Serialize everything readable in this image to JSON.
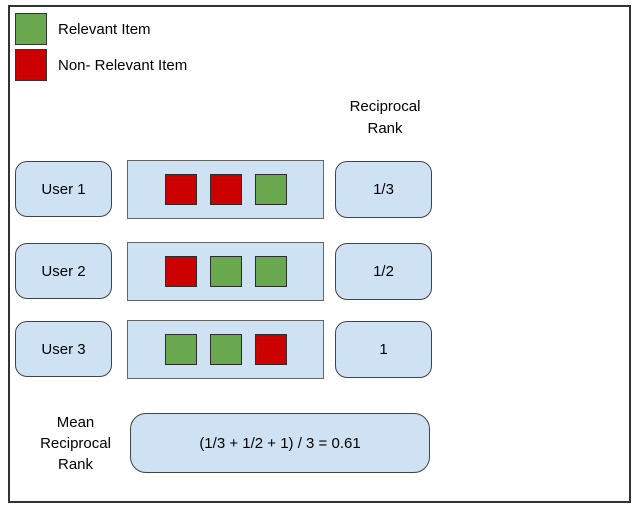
{
  "legend": {
    "items": [
      {
        "label": "Relevant Item",
        "kind": "relevant",
        "color": "#6aa84f"
      },
      {
        "label": "Non- Relevant Item",
        "kind": "non_relevant",
        "color": "#cc0000"
      }
    ]
  },
  "column_header": {
    "label": "Reciprocal Rank"
  },
  "rows": [
    {
      "user": "User 1",
      "items": [
        "non_relevant",
        "non_relevant",
        "relevant"
      ],
      "rank": "1/3"
    },
    {
      "user": "User 2",
      "items": [
        "non_relevant",
        "relevant",
        "relevant"
      ],
      "rank": "1/2"
    },
    {
      "user": "User 3",
      "items": [
        "relevant",
        "relevant",
        "non_relevant"
      ],
      "rank": "1"
    }
  ],
  "summary": {
    "label": "Mean Reciprocal Rank",
    "formula": "(1/3 + 1/2 + 1) / 3 = 0.61"
  },
  "colors": {
    "relevant_green": "#6aa84f",
    "non_relevant_red": "#cc0000",
    "box_fill": "#cfe2f3",
    "box_border": "#434343",
    "items_box_border": "#666666",
    "frame_border": "#333333"
  }
}
